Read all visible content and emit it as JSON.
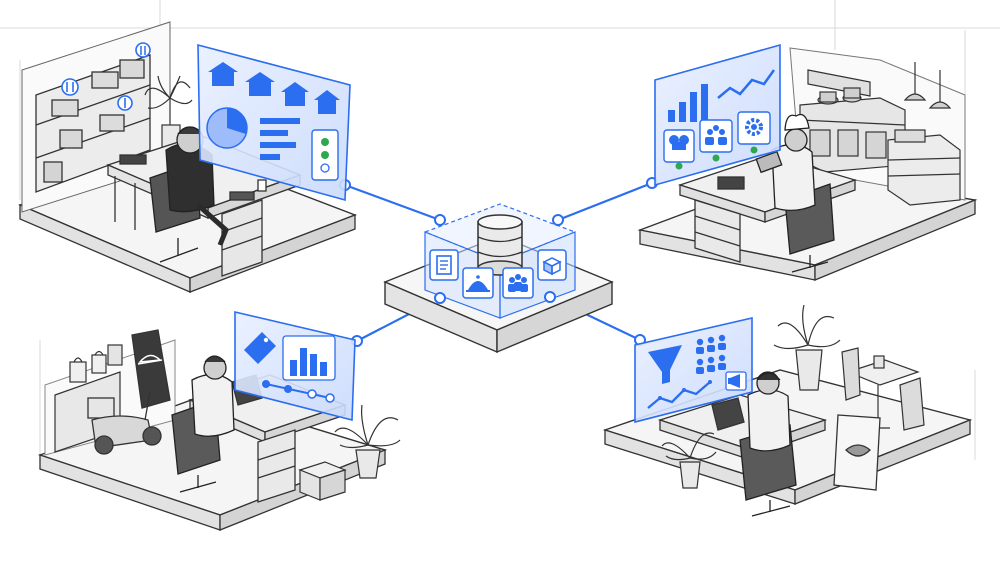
{
  "illustration": {
    "hub": {
      "name": "central-database",
      "module_icons": [
        "document-icon",
        "cloche-icon",
        "people-icon",
        "box-icon"
      ]
    },
    "stations": [
      {
        "name": "headquarters-office",
        "screen_icons": [
          "storefront-icon",
          "pie-chart-icon",
          "bar-chart-icon",
          "status-dots-icon"
        ]
      },
      {
        "name": "kitchen-station",
        "screen_icons": [
          "bar-chart-icon",
          "line-chart-icon",
          "chef-hat-icon",
          "people-icon",
          "gear-icon"
        ]
      },
      {
        "name": "sales-delivery-station",
        "screen_icons": [
          "price-tag-icon",
          "bar-chart-icon",
          "timeline-icon"
        ]
      },
      {
        "name": "marketing-dining-station",
        "screen_icons": [
          "funnel-icon",
          "people-icon",
          "megaphone-icon",
          "line-chart-icon"
        ]
      }
    ],
    "colors": {
      "accent_blue": "#2b6ef0",
      "panel_fill": "#dfe9ff",
      "line_art": "#3a3a3a",
      "floor": "#f4f4f4"
    }
  }
}
